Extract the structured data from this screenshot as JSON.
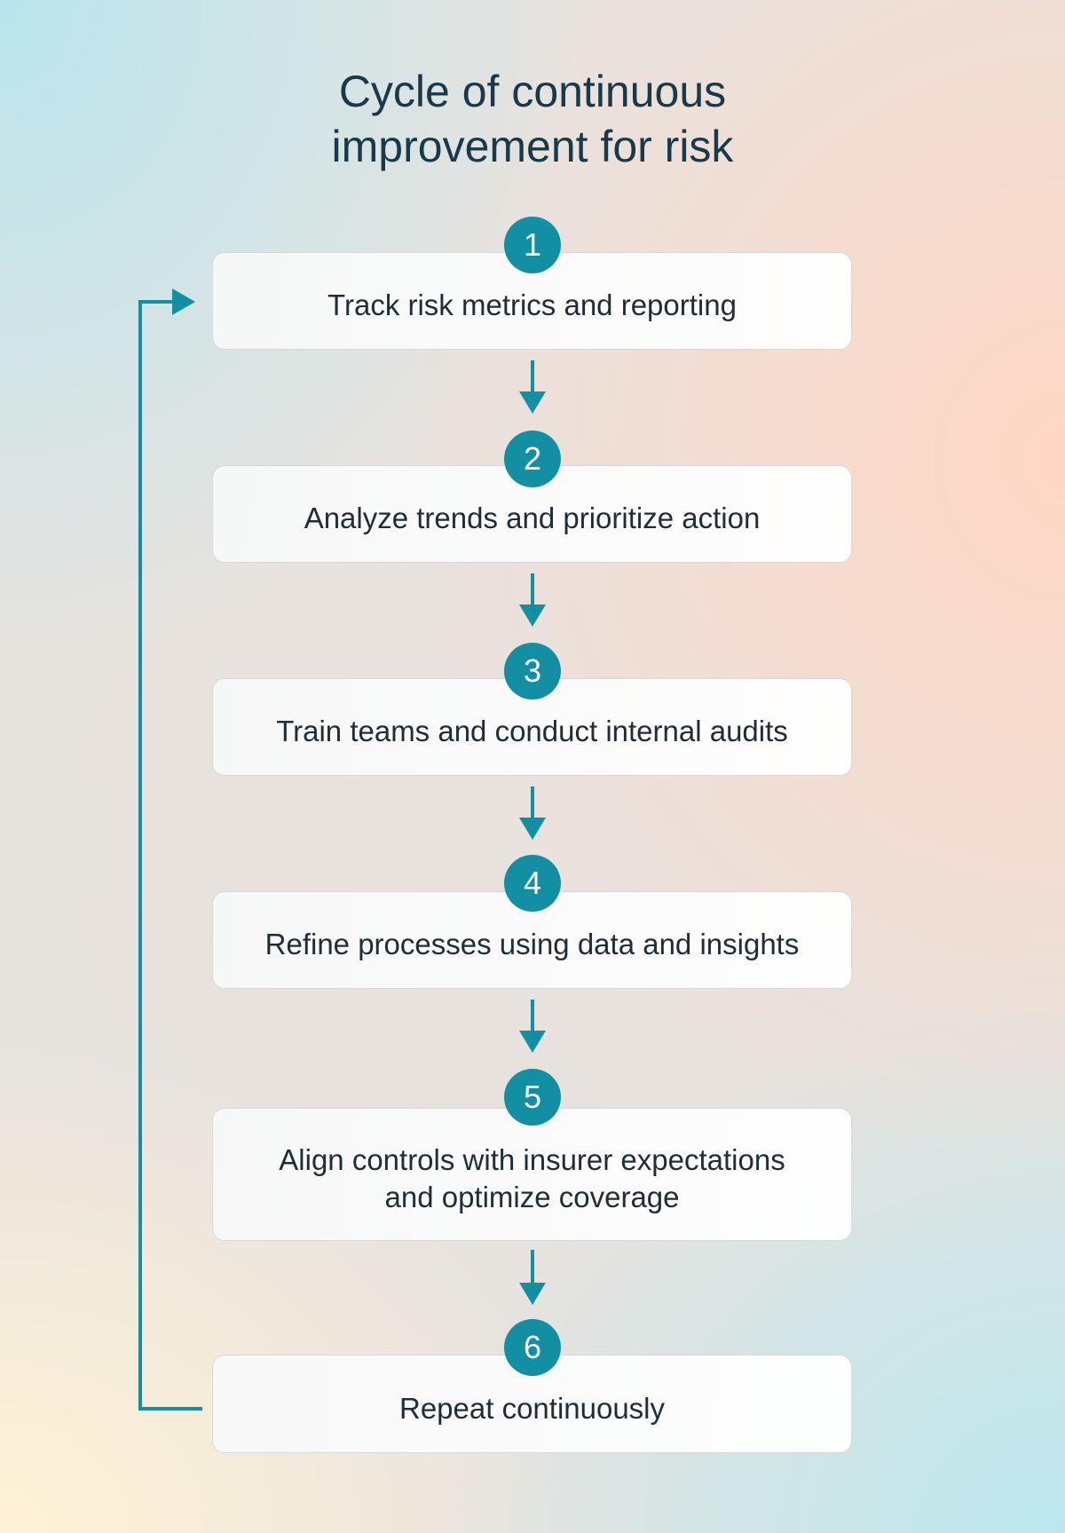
{
  "title": {
    "line1": "Cycle of continuous",
    "line2": "improvement for risk"
  },
  "steps": [
    {
      "number": "1",
      "lines": [
        "Track risk metrics and reporting"
      ]
    },
    {
      "number": "2",
      "lines": [
        "Analyze trends and prioritize action"
      ]
    },
    {
      "number": "3",
      "lines": [
        "Train teams and conduct internal audits"
      ]
    },
    {
      "number": "4",
      "lines": [
        "Refine processes using data and insights"
      ]
    },
    {
      "number": "5",
      "lines": [
        "Align controls with insurer expectations",
        "and optimize coverage"
      ]
    },
    {
      "number": "6",
      "lines": [
        "Repeat continuously"
      ]
    }
  ],
  "colors": {
    "accent": "#138fa4",
    "title_text": "#17394a",
    "step_text": "#1e2d36"
  }
}
